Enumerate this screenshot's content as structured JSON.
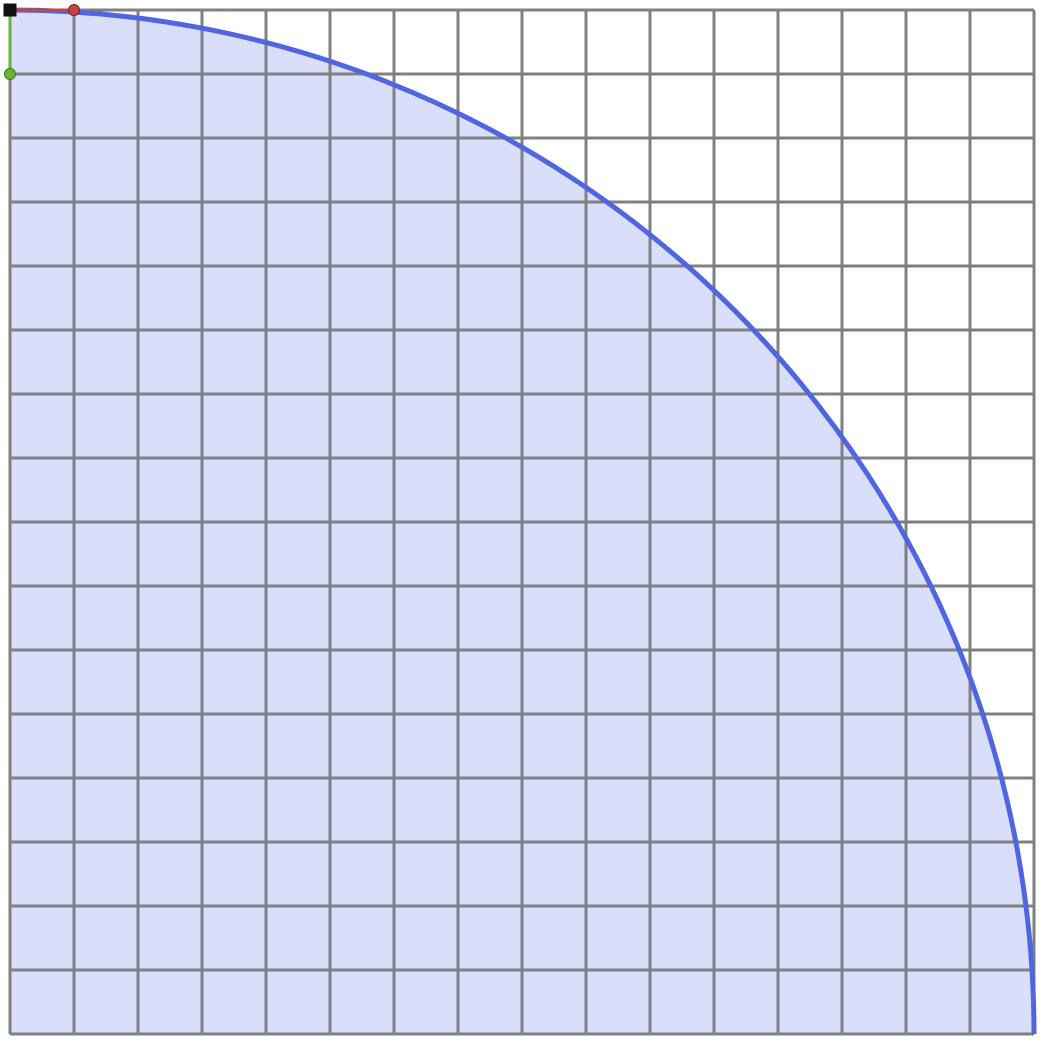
{
  "grid": {
    "columns": 16,
    "rows": 16,
    "line_color": "#808080"
  },
  "quarter_disc": {
    "fill_color": "#d9dffb",
    "stroke_color": "#4f66e0",
    "span_cells": 16
  },
  "axis_gizmo": {
    "origin_color": "#111111",
    "x_axis_color": "#c24545",
    "y_axis_color": "#6ab238",
    "x_handle_icon": "x-axis-handle",
    "y_handle_icon": "y-axis-handle",
    "origin_icon": "origin-handle"
  }
}
